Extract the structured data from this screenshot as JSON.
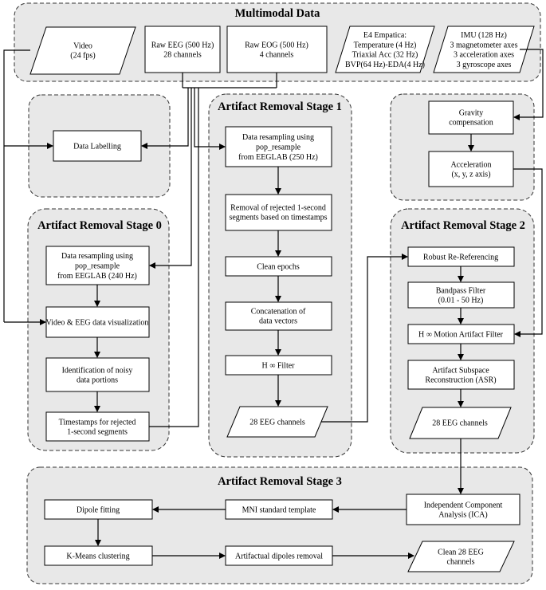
{
  "panels": {
    "multimodal": "Multimodal Data",
    "stage0": "Artifact Removal Stage 0",
    "stage1": "Artifact Removal Stage 1",
    "stage2": "Artifact Removal Stage 2",
    "stage3": "Artifact Removal Stage 3"
  },
  "nodes": {
    "video": [
      "Video",
      "(24 fps)"
    ],
    "raw_eeg": [
      "Raw EEG (500 Hz)",
      "28 channels"
    ],
    "raw_eog": [
      "Raw EOG (500 Hz)",
      "4 channels"
    ],
    "e4": [
      "E4 Empatica:",
      "Temperature (4 Hz)",
      "Triaxial Acc (32 Hz)",
      "BVP(64 Hz)-EDA(4 Hz)"
    ],
    "imu": [
      "IMU (128 Hz)",
      "3 magnetometer axes",
      "3 acceleration axes",
      "3 gyroscope axes"
    ],
    "data_labelling": [
      "Data Labelling"
    ],
    "gravity": [
      "Gravity",
      "compensation"
    ],
    "acceleration": [
      "Acceleration",
      "(x, y, z axis)"
    ],
    "s0_resample": [
      "Data resampling using",
      "pop_resample",
      "from EEGLAB (240 Hz)"
    ],
    "s0_visual": [
      "Video & EEG data visualization"
    ],
    "s0_identify": [
      "Identification of noisy",
      "data portions"
    ],
    "s0_timestamps": [
      "Timestamps for rejected",
      "1-second segments"
    ],
    "s1_resample": [
      "Data resampling using",
      "pop_resample",
      "from EEGLAB (250 Hz)"
    ],
    "s1_removal": [
      "Removal of rejected 1-second",
      "segments based on timestamps"
    ],
    "s1_clean": [
      "Clean epochs"
    ],
    "s1_concat": [
      "Concatenation of",
      "data vectors"
    ],
    "s1_hinf": [
      "H ∞ Filter"
    ],
    "s1_out": [
      "28 EEG channels"
    ],
    "s2_reref": [
      "Robust Re-Referencing"
    ],
    "s2_bandpass": [
      "Bandpass Filter",
      "(0.01 - 50 Hz)"
    ],
    "s2_hinf": [
      "H ∞ Motion Artifact Filter"
    ],
    "s2_asr": [
      "Artifact Subspace",
      "Reconstruction (ASR)"
    ],
    "s2_out": [
      "28 EEG channels"
    ],
    "s3_ica": [
      "Independent Component",
      "Analysis (ICA)"
    ],
    "s3_mni": [
      "MNI standard template"
    ],
    "s3_dipole": [
      "Dipole fitting"
    ],
    "s3_kmeans": [
      "K-Means clustering"
    ],
    "s3_removal": [
      "Artifactual dipoles removal"
    ],
    "s3_out": [
      "Clean 28 EEG",
      "channels"
    ]
  },
  "colors": {
    "panel_fill": "#e8e8e8",
    "node_fill": "#ffffff",
    "stroke": "#000000"
  }
}
